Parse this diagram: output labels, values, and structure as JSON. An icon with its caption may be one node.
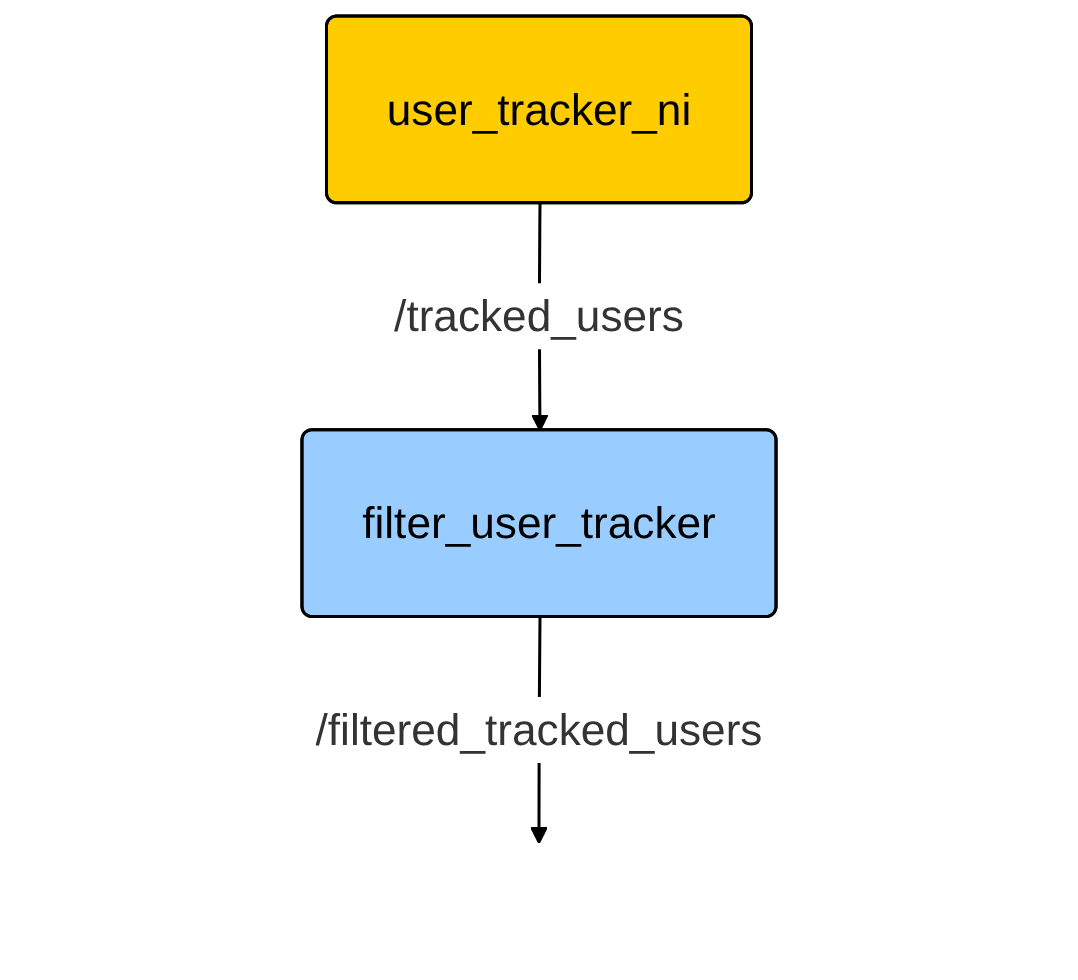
{
  "diagram": {
    "nodes": [
      {
        "text": [
          "user_tracker_ni"
        ]
      },
      {
        "text": [
          "filter_user_tracker"
        ]
      }
    ],
    "edges": [
      {
        "from": 0,
        "to": 1,
        "arrow": "to",
        "label": "/tracked_users"
      },
      {
        "from": 1,
        "to": null,
        "arrow": "to",
        "label": "/filtered_tracked_users"
      }
    ]
  }
}
